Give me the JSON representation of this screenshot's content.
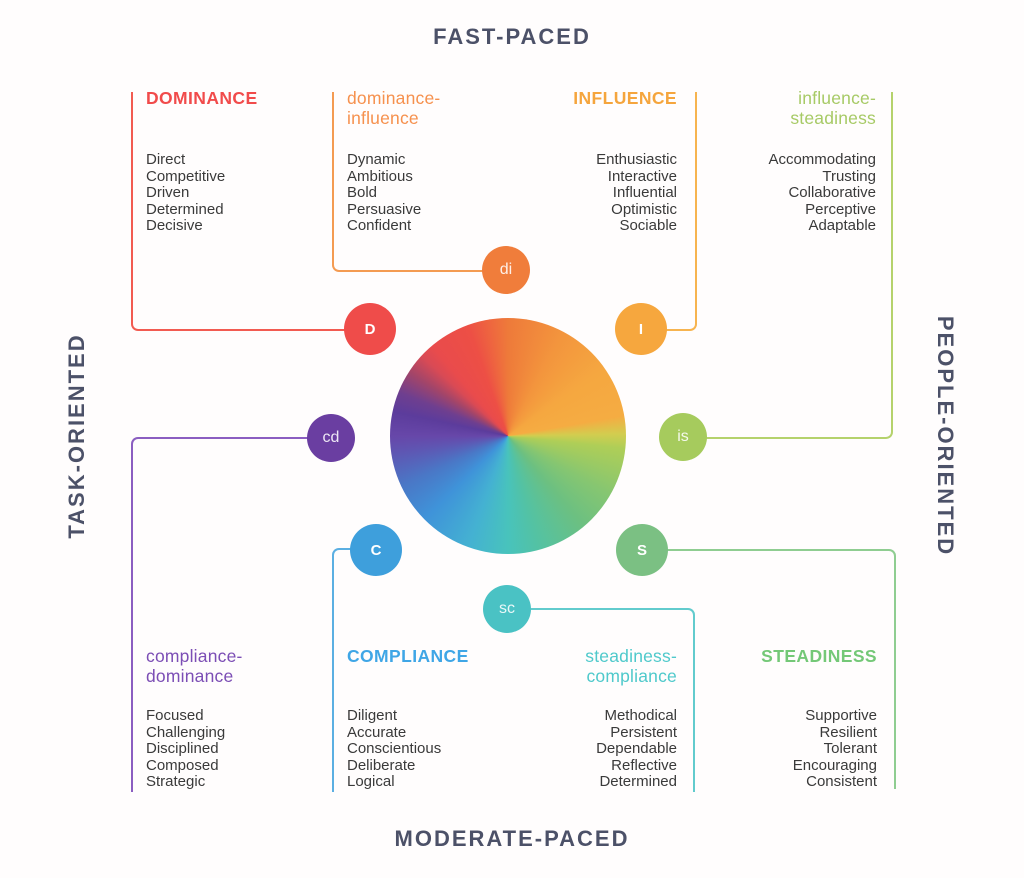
{
  "axes": {
    "top": "FAST-PACED",
    "bottom": "MODERATE-PACED",
    "left": "TASK-ORIENTED",
    "right": "PEOPLE-ORIENTED",
    "color": "#4C5168"
  },
  "text_color": "#3A3A3A",
  "blocks": {
    "dominance": {
      "heading": "DOMINANCE",
      "heading_color": "#F14B4B",
      "line_color": "#F25B51",
      "traits": [
        "Direct",
        "Competitive",
        "Driven",
        "Determined",
        "Decisive"
      ]
    },
    "dominance_influence": {
      "heading_lines": [
        "dominance-",
        "influence"
      ],
      "heading_color": "#F6914E",
      "line_color": "#F49B52",
      "traits": [
        "Dynamic",
        "Ambitious",
        "Bold",
        "Persuasive",
        "Confident"
      ]
    },
    "influence": {
      "heading": "INFLUENCE",
      "heading_color": "#F5A53D",
      "line_color": "#F7B44F",
      "traits": [
        "Enthusiastic",
        "Interactive",
        "Influential",
        "Optimistic",
        "Sociable"
      ]
    },
    "influence_steadiness": {
      "heading_lines": [
        "influence-",
        "steadiness"
      ],
      "heading_color": "#A7CA66",
      "line_color": "#B5D26C",
      "traits": [
        "Accommodating",
        "Trusting",
        "Collaborative",
        "Perceptive",
        "Adaptable"
      ]
    },
    "compliance_dominance": {
      "heading_lines": [
        "compliance-",
        "dominance"
      ],
      "heading_color": "#7C4EB5",
      "line_color": "#8B5EC1",
      "traits": [
        "Focused",
        "Challenging",
        "Disciplined",
        "Composed",
        "Strategic"
      ]
    },
    "compliance": {
      "heading": "COMPLIANCE",
      "heading_color": "#3FA6E6",
      "line_color": "#5BAFE2",
      "traits": [
        "Diligent",
        "Accurate",
        "Conscientious",
        "Deliberate",
        "Logical"
      ]
    },
    "steadiness_compliance": {
      "heading_lines": [
        "steadiness-",
        "compliance"
      ],
      "heading_color": "#4FC9CB",
      "line_color": "#62CBCD",
      "traits": [
        "Methodical",
        "Persistent",
        "Dependable",
        "Reflective",
        "Determined"
      ]
    },
    "steadiness": {
      "heading": "STEADINESS",
      "heading_color": "#74C877",
      "line_color": "#8FCD91",
      "traits": [
        "Supportive",
        "Resilient",
        "Tolerant",
        "Encouraging",
        "Consistent"
      ]
    }
  },
  "nodes": {
    "d": {
      "label": "D",
      "color": "#EF4C4A"
    },
    "di": {
      "label": "di",
      "color": "#F07D3B"
    },
    "i": {
      "label": "I",
      "color": "#F6A73E"
    },
    "is": {
      "label": "is",
      "color": "#A6CB5D"
    },
    "cd": {
      "label": "cd",
      "color": "#6A3EA1"
    },
    "c": {
      "label": "C",
      "color": "#3E9FDC"
    },
    "s": {
      "label": "S",
      "color": "#7BC083"
    },
    "sc": {
      "label": "sc",
      "color": "#4AC2C4"
    }
  },
  "wheel": {
    "gradient_stops": [
      "#EE7A3A 0deg",
      "#F3953D 28deg",
      "#F5A740 55deg",
      "#F5AC42 80deg",
      "#D2CD4F 89deg",
      "#AFCE57 96deg",
      "#86C671 120deg",
      "#6CC081 140deg",
      "#53C2A4 165deg",
      "#48C3BC 180deg",
      "#44B1D2 200deg",
      "#3F93D9 225deg",
      "#4A77C6 245deg",
      "#5F55B2 262deg",
      "#6747A9 270deg",
      "#5C3C9C 282deg",
      "#6F3F8F 292deg",
      "#A34569 303deg",
      "#D94A55 313deg",
      "#E94B4C 320deg",
      "#ED4F45 340deg",
      "#EE7A3A 360deg"
    ]
  }
}
